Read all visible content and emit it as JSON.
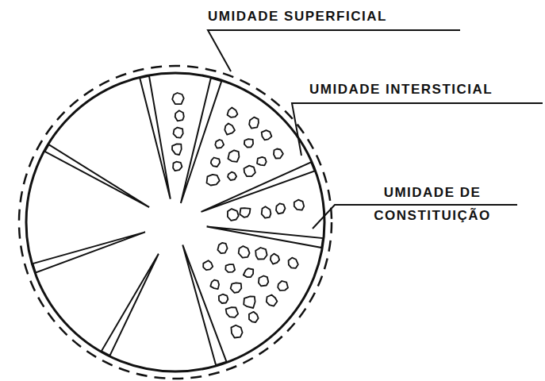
{
  "diagram": {
    "labels": [
      "UMIDADE SUPERFICIAL",
      "UMIDADE INTERSTICIAL",
      "UMIDADE DE CONSTITUIÇÃO"
    ]
  }
}
